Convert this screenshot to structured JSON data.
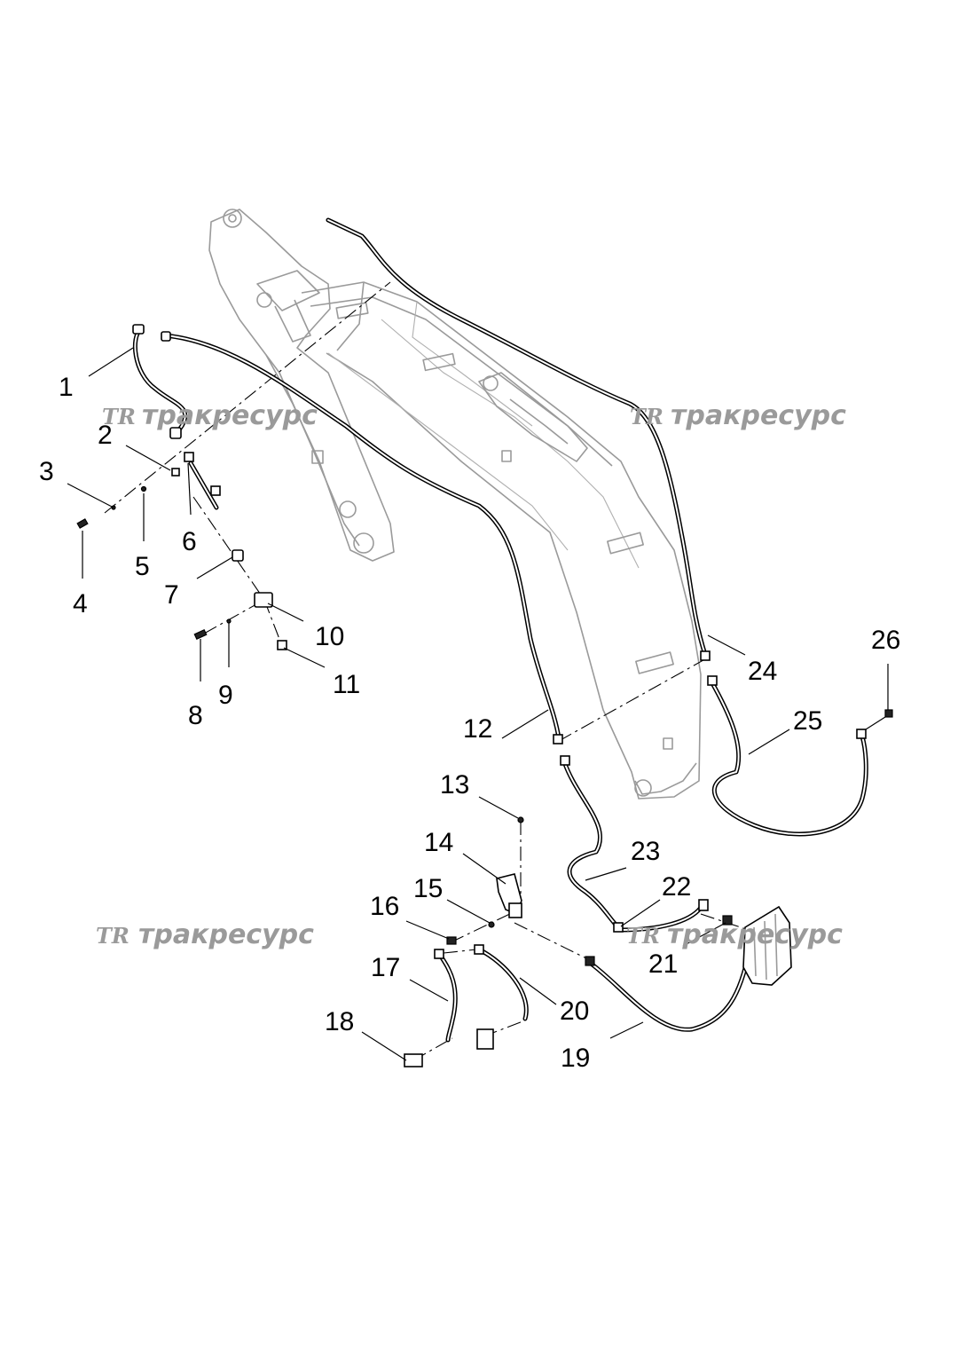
{
  "callouts": [
    "1",
    "2",
    "3",
    "4",
    "5",
    "6",
    "7",
    "8",
    "9",
    "10",
    "11",
    "12",
    "13",
    "14",
    "15",
    "16",
    "17",
    "18",
    "19",
    "20",
    "21",
    "22",
    "23",
    "24",
    "25",
    "26"
  ],
  "watermark": {
    "logo": "TR",
    "text": "тракресурс"
  }
}
